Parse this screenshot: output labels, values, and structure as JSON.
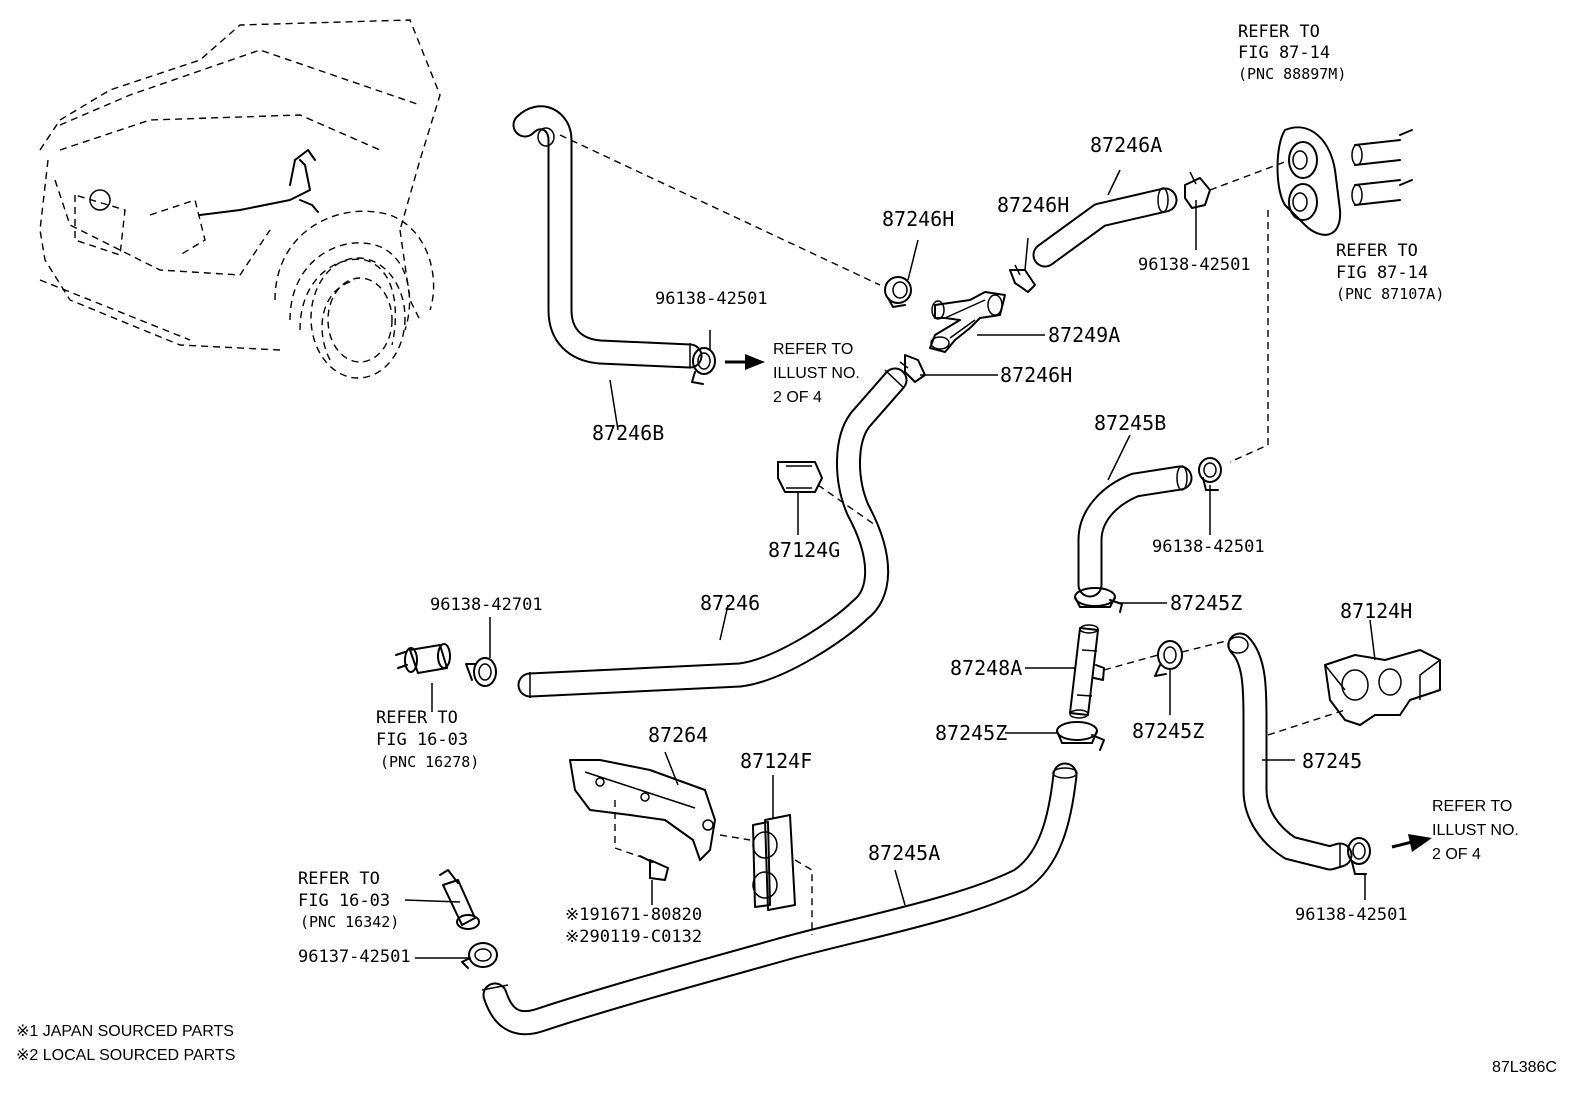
{
  "parts": {
    "p87246A": "87246A",
    "p87246H_top_left": "87246H",
    "p87246H_top_right": "87246H",
    "p87246H_mid": "87246H",
    "p87249A": "87249A",
    "p87246B": "87246B",
    "p87124G": "87124G",
    "p87246": "87246",
    "p87245B": "87245B",
    "p87245Z_top": "87245Z",
    "p87245Z_mid": "87245Z",
    "p87245Z_low": "87245Z",
    "p87248A": "87248A",
    "p87124H": "87124H",
    "p87245": "87245",
    "p87264": "87264",
    "p87124F": "87124F",
    "p87245A": "87245A",
    "clip_96138_top": "96138-42501",
    "clip_96138_left": "96138-42501",
    "clip_96138_right": "96138-42501",
    "clip_96138_bottom": "96138-42501",
    "clip_96138_42701": "96138-42701",
    "clip_96137": "96137-42501",
    "bolt_japan": "※191671-80820",
    "bolt_local": "※290119-C0132"
  },
  "refs": {
    "fig8714_top": {
      "l1": "REFER TO",
      "l2": "FIG 87-14",
      "l3": "(PNC 88897M)"
    },
    "fig8714_right": {
      "l1": "REFER TO",
      "l2": "FIG 87-14",
      "l3": "(PNC 87107A)"
    },
    "fig1603_upper": {
      "l1": "REFER TO",
      "l2": "FIG 16-03",
      "l3": "(PNC 16278)"
    },
    "fig1603_lower": {
      "l1": "REFER TO",
      "l2": "FIG 16-03",
      "l3": "(PNC 16342)"
    },
    "illust_left": {
      "l1": "REFER TO",
      "l2": "ILLUST NO.",
      "l3": "2 OF 4"
    },
    "illust_right": {
      "l1": "REFER TO",
      "l2": "ILLUST NO.",
      "l3": "2 OF 4"
    }
  },
  "legend": {
    "japan": "※1 JAPAN SOURCED PARTS",
    "local": "※2 LOCAL SOURCED PARTS"
  },
  "figure_code": "87L386C"
}
